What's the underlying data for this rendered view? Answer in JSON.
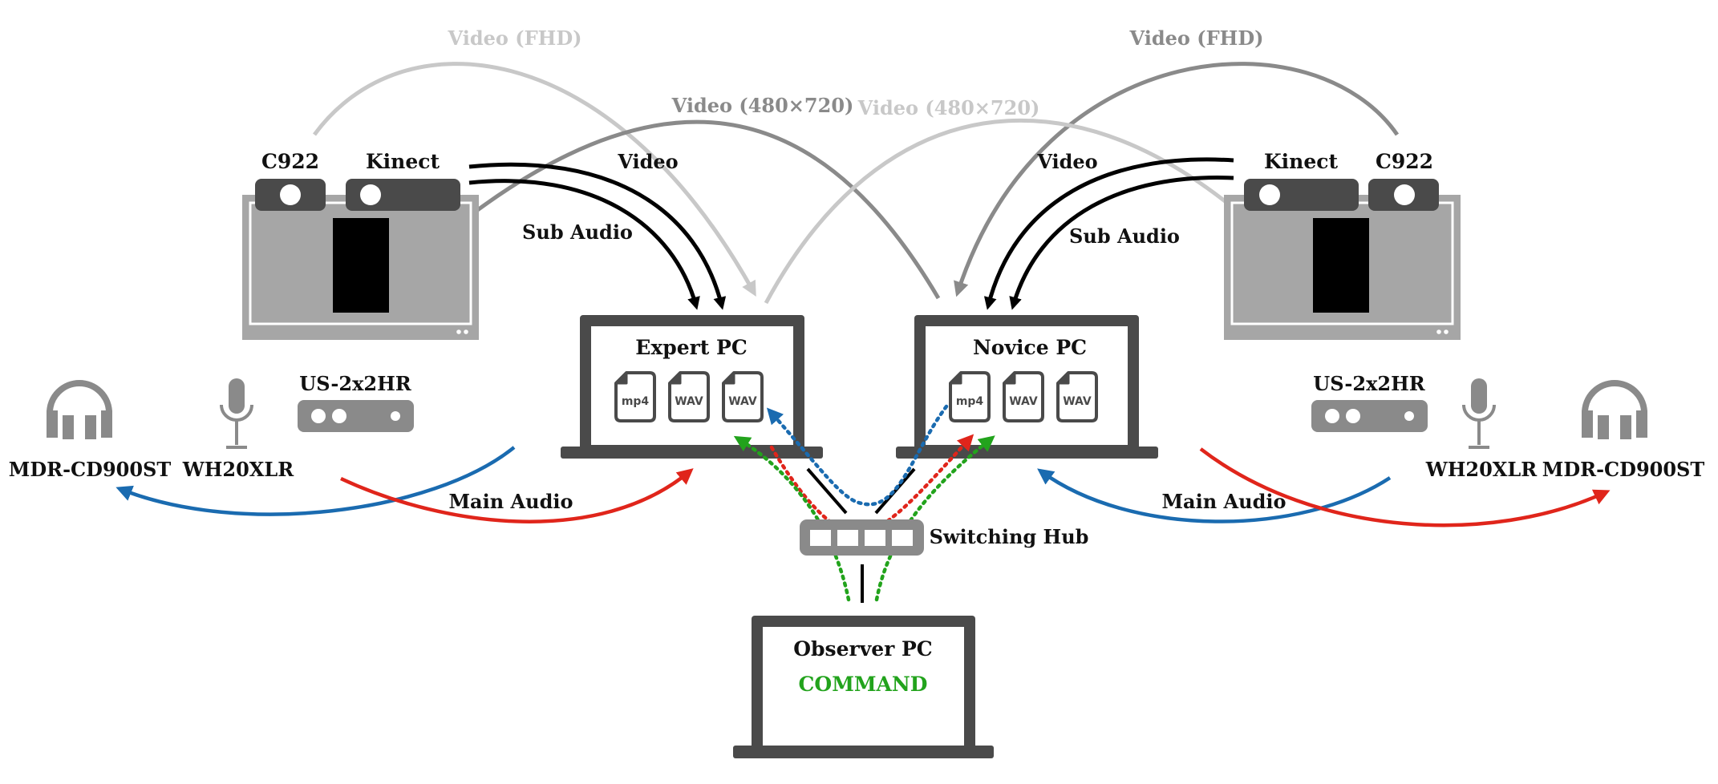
{
  "colors": {
    "dark": "#4a4a4a",
    "mid_grey": "#8a8a8a",
    "light_grey": "#c8c8c8",
    "screen_grey": "#a6a6a6",
    "blue": "#1a6bb0",
    "red": "#e0251b",
    "green": "#22a31c",
    "black": "#000000"
  },
  "pcs": {
    "expert": {
      "label": "Expert PC",
      "files": [
        "mp4",
        "WAV",
        "WAV"
      ]
    },
    "novice": {
      "label": "Novice PC",
      "files": [
        "mp4",
        "WAV",
        "WAV"
      ]
    },
    "observer": {
      "label": "Observer PC",
      "command": "COMMAND"
    }
  },
  "left_station": {
    "webcam": "C922",
    "kinect": "Kinect",
    "interface": "US-2x2HR",
    "microphone": "WH20XLR",
    "headphones": "MDR-CD900ST"
  },
  "right_station": {
    "webcam": "C922",
    "kinect": "Kinect",
    "interface": "US-2x2HR",
    "microphone": "WH20XLR",
    "headphones": "MDR-CD900ST"
  },
  "hub": {
    "label": "Switching Hub"
  },
  "streams": {
    "video_fhd_left": "Video (FHD)",
    "video_fhd_right": "Video (FHD)",
    "video_sd_left": "Video (480×720)",
    "video_sd_right": "Video (480×720)",
    "video_left": "Video",
    "video_right": "Video",
    "sub_audio_left": "Sub Audio",
    "sub_audio_right": "Sub Audio",
    "main_audio_left": "Main Audio",
    "main_audio_right": "Main Audio"
  }
}
